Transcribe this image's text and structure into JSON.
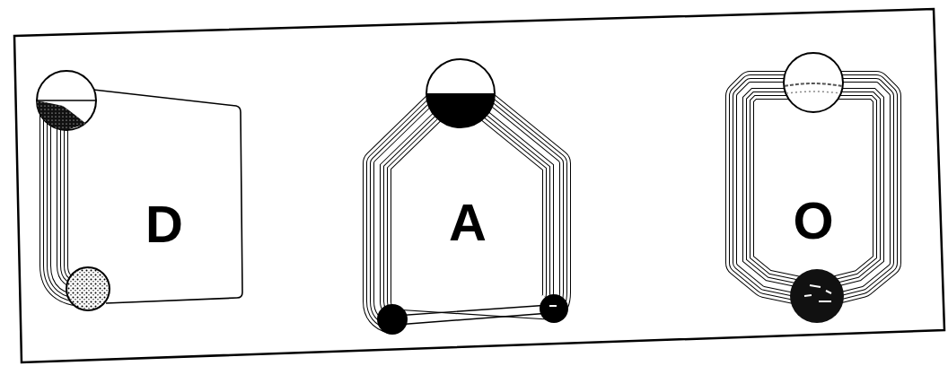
{
  "diagram": {
    "labels": [
      "D",
      "A",
      "O"
    ]
  }
}
